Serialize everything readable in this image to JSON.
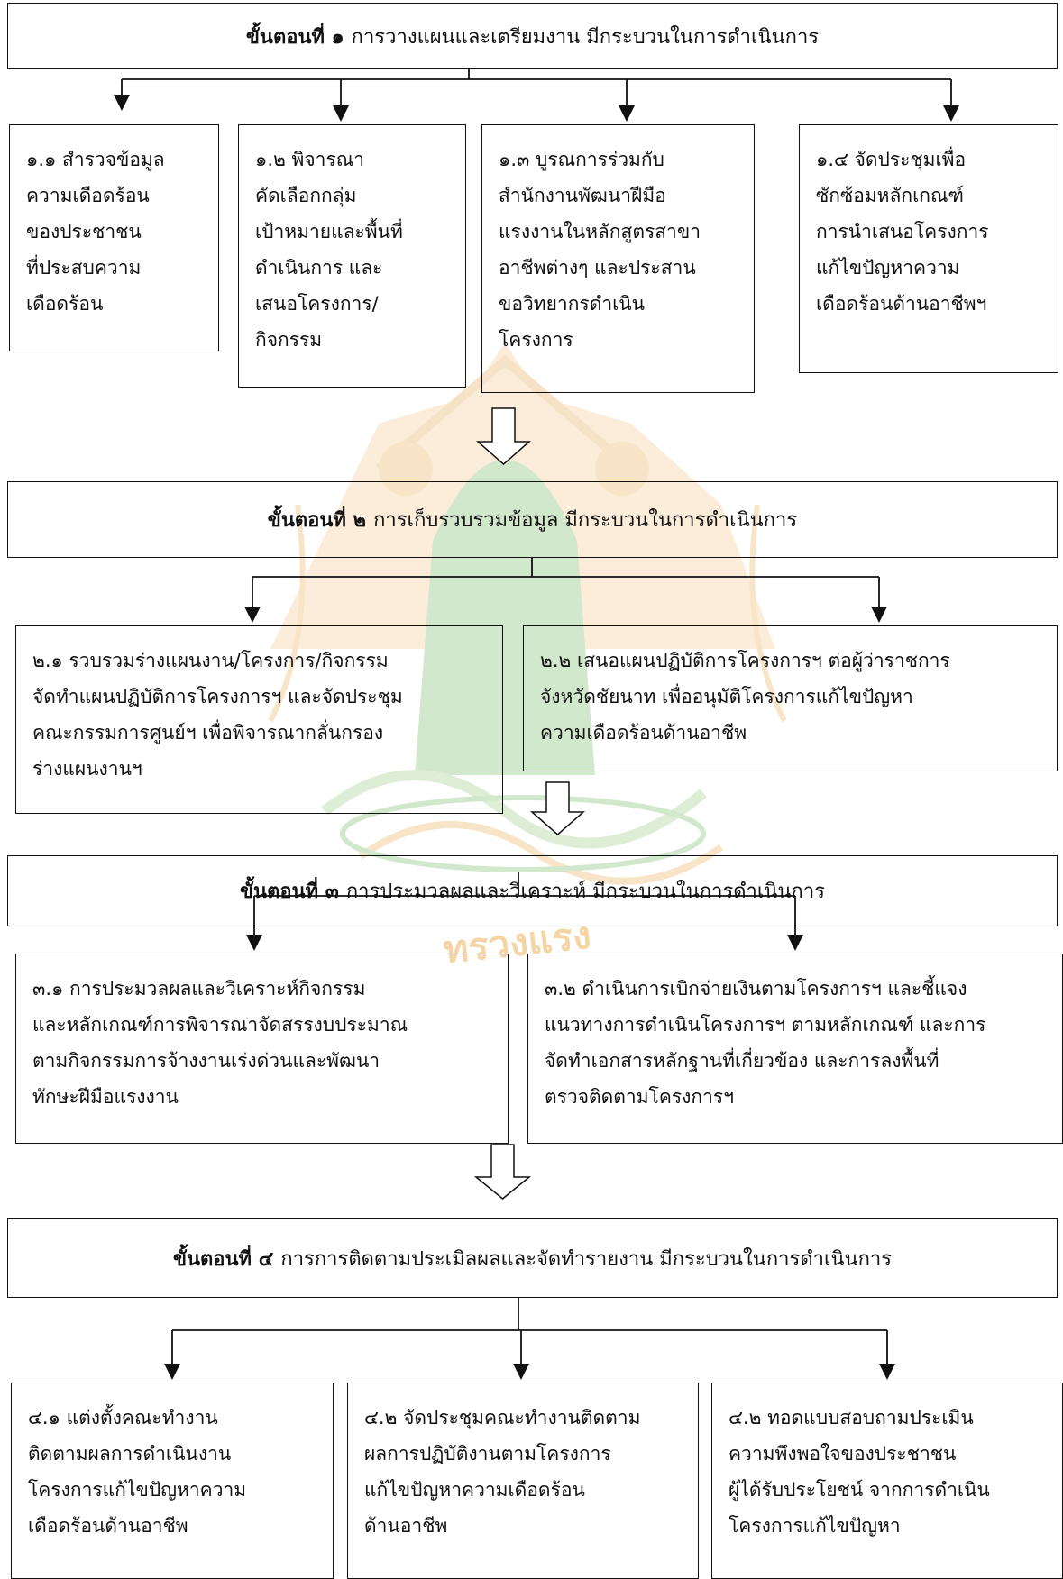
{
  "steps": [
    {
      "label": "ขั้นตอนที่ ๑",
      "title": "การวางแผนและเตรียมงาน มีกระบวนในการดำเนินการ",
      "items": [
        "๑.๑ สำรวจข้อมูล\nความเดือดร้อน\nของประชาชน\nที่ประสบความ\nเดือดร้อน",
        "๑.๒ พิจารณา\nคัดเลือกกลุ่ม\nเป้าหมายและพื้นที่\nดำเนินการ และ\nเสนอโครงการ/\nกิจกรรม",
        "๑.๓ บูรณการร่วมกับ\nสำนักงานพัฒนาฝีมือ\nแรงงานในหลักสูตรสาขา\nอาชีพต่างๆ และประสาน\nขอวิทยากรดำเนิน\nโครงการ",
        "๑.๔ จัดประชุมเพื่อ\nซักซ้อมหลักเกณฑ์\nการนำเสนอโครงการ\nแก้ไขปัญหาความ\nเดือดร้อนด้านอาชีพฯ"
      ]
    },
    {
      "label": "ขั้นตอนที่ ๒",
      "title": "การเก็บรวบรวมข้อมูล มีกระบวนในการดำเนินการ",
      "items": [
        "๒.๑ รวบรวมร่างแผนงาน/โครงการ/กิจกรรม\nจัดทำแผนปฏิบัติการโครงการฯ และจัดประชุม\nคณะกรรมการศูนย์ฯ เพื่อพิจารณากลั่นกรอง\nร่างแผนงานฯ",
        "๒.๒ เสนอแผนปฏิบัติการโครงการฯ ต่อผู้ว่าราชการ\nจังหวัดชัยนาท เพื่ออนุมัติโครงการแก้ไขปัญหา\nความเดือดร้อนด้านอาชีพ"
      ]
    },
    {
      "label": "ขั้นตอนที่ ๓",
      "title": "การประมวลผลและวิเคราะห์ มีกระบวนในการดำเนินการ",
      "items": [
        "๓.๑ การประมวลผลและวิเคราะห์กิจกรรม\nและหลักเกณฑ์การพิจารณาจัดสรรงบประมาณ\nตามกิจกรรมการจ้างงานเร่งด่วนและพัฒนา\nทักษะฝีมือแรงงาน",
        "๓.๒ ดำเนินการเบิกจ่ายเงินตามโครงการฯ และชี้แจง\nแนวทางการดำเนินโครงการฯ ตามหลักเกณฑ์ และการ\nจัดทำเอกสารหลักฐานที่เกี่ยวข้อง และการลงพื้นที่\nตรวจติดตามโครงการฯ"
      ]
    },
    {
      "label": "ขั้นตอนที่ ๔",
      "title": "การการติดตามประเมิลผลและจัดทำรายงาน มีกระบวนในการดำเนินการ",
      "items": [
        "๔.๑ แต่งตั้งคณะทำงาน\nติดตามผลการดำเนินงาน\nโครงการแก้ไขปัญหาความ\nเดือดร้อนด้านอาชีพ",
        "๔.๒ จัดประชุมคณะทำงานติดตาม\nผลการปฏิบัติงานตามโครงการ\nแก้ไขปัญหาความเดือดร้อน\nด้านอาชีพ",
        "๔.๒ ทอดแบบสอบถามประเมิน\nความพึงพอใจของประชาชน\nผู้ได้รับประโยชน์ จากการดำเนิน\nโครงการแก้ไขปัญหา"
      ]
    }
  ],
  "watermark": {
    "text": "ทรวงแรง",
    "color": "#e8a23a"
  }
}
